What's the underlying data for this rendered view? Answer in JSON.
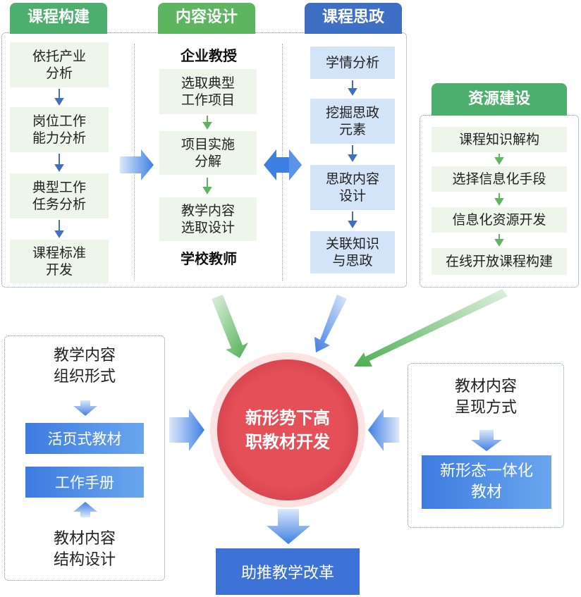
{
  "colors": {
    "green_tab": "#4caf6e",
    "blue_tab": "#3f6fc4",
    "circle": "#e0505a",
    "button_blue": "#3d7be0"
  },
  "course_build": {
    "title": "课程构建",
    "steps": [
      "依托产业\n分析",
      "岗位工作\n能力分析",
      "典型工作\n任务分析",
      "课程标准\n开发"
    ]
  },
  "content_design": {
    "title": "内容设计",
    "top_label": "企业教授",
    "bottom_label": "学校教师",
    "steps": [
      "选取典型\n工作项目",
      "项目实施\n分解",
      "教学内容\n选取设计"
    ]
  },
  "ideology": {
    "title": "课程思政",
    "steps": [
      "学情分析",
      "挖掘思政\n元素",
      "思政内容\n设计",
      "关联知识\n与思政"
    ]
  },
  "resources": {
    "title": "资源建设",
    "steps": [
      "课程知识解构",
      "选择信息化手段",
      "信息化资源开发",
      "在线开放课程构建"
    ]
  },
  "left_panel": {
    "top_text": "教学内容\n组织形式",
    "button1": "活页式教材",
    "button2": "工作手册",
    "bottom_text": "教材内容\n结构设计"
  },
  "right_panel": {
    "text": "教材内容\n呈现方式",
    "button": "新形态一体化\n教材"
  },
  "center": {
    "text": "新形势下高\n职教材开发"
  },
  "bottom_button": "助推教学改革"
}
